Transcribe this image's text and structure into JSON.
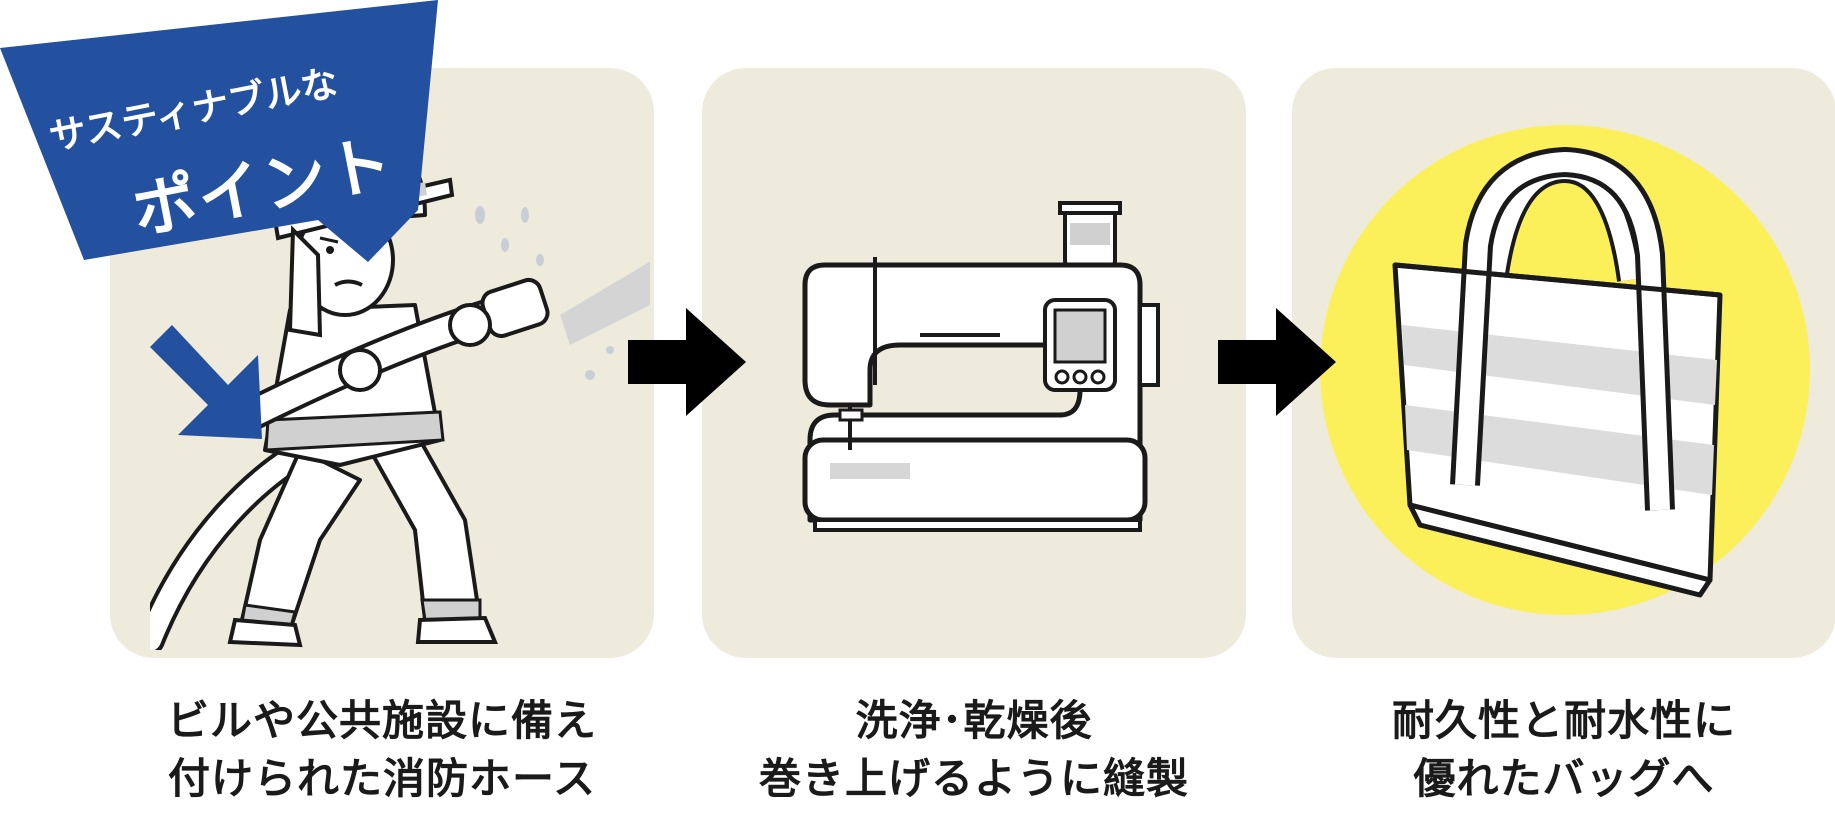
{
  "badge": {
    "line1": "サスティナブルな",
    "line2": "ポイント"
  },
  "steps": [
    {
      "line1": "ビルや公共施設に備え",
      "line2": "付けられた消防ホース"
    },
    {
      "line1": "洗浄･乾燥後",
      "line2": "巻き上げるように縫製"
    },
    {
      "line1": "耐久性と耐水性に",
      "line2": "優れたバッグへ"
    }
  ],
  "icons": {
    "step1": "firefighter-with-hose",
    "step2": "sewing-machine",
    "step3": "tote-bag",
    "pointer": "diagonal-arrow",
    "flow": "right-arrow"
  },
  "colors": {
    "panel": "#efebdc",
    "badge": "#23509f",
    "highlight": "#fbf05a",
    "ink": "#1a1a1a",
    "stripe": "#dcdcdc"
  }
}
